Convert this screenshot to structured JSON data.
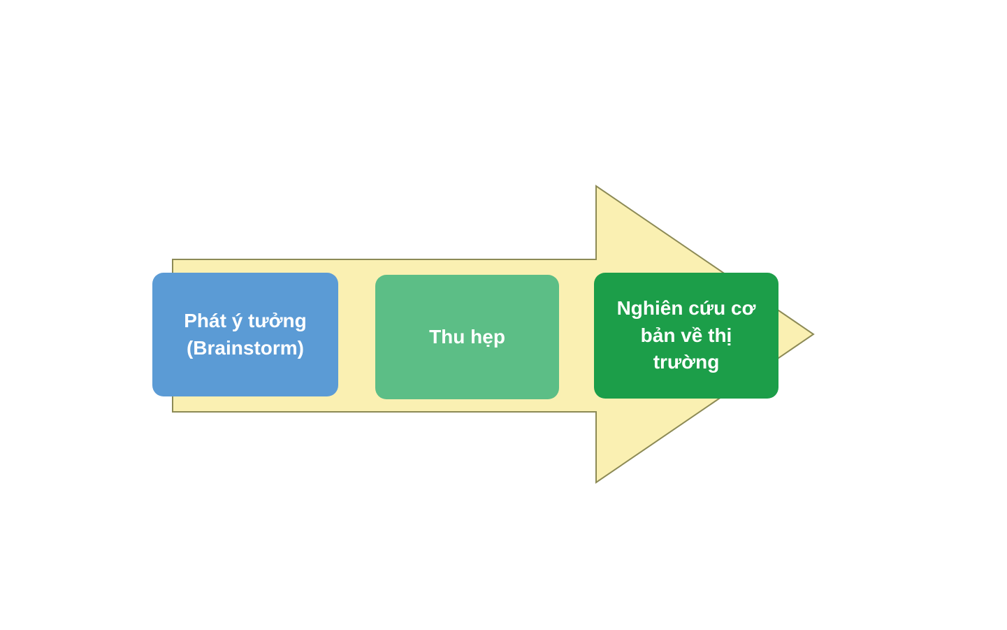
{
  "diagram": {
    "title": "Idea development process flow",
    "background_color": "#ffffff",
    "arrow": {
      "shape": "right-block-arrow",
      "fill": "#FAF0B2",
      "stroke": "#8C8A55",
      "stroke_width": "2"
    },
    "steps": [
      {
        "label": "Phát ý tưởng (Brainstorm)",
        "color": "#5B9BD5"
      },
      {
        "label": "Thu hẹp",
        "color": "#5CBE86"
      },
      {
        "label": "Nghiên cứu cơ bản về thị trường",
        "color": "#1C9E49"
      }
    ]
  }
}
